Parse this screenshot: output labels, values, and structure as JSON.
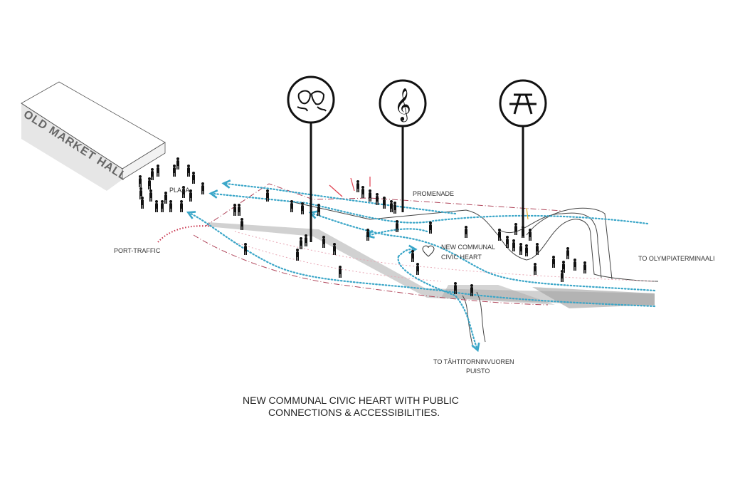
{
  "building": {
    "label": "OLD MARKET HALL"
  },
  "labels": {
    "plaza": "PLAZA",
    "promenade": "PROMENADE",
    "port_traffic": "PORT-TRAFFIC",
    "civic_heart_line1": "NEW COMMUNAL",
    "civic_heart_line2": "CIVIC HEART",
    "to_olympia": "TO OLYMPIATERMINAALI",
    "to_park_line1": "TO TÄHTITORNINVUOREN",
    "to_park_line2": "PUISTO"
  },
  "icons": [
    "theatre-masks-icon",
    "treble-clef-icon",
    "picnic-table-icon"
  ],
  "caption": {
    "line1": "NEW COMMUNAL CIVIC HEART WITH PUBLIC",
    "line2": "CONNECTIONS & ACCESSIBILITIES."
  },
  "colors": {
    "path_blue": "#3aa6c8",
    "boundary_red": "#b0455a",
    "traffic_red": "#c8304a"
  }
}
